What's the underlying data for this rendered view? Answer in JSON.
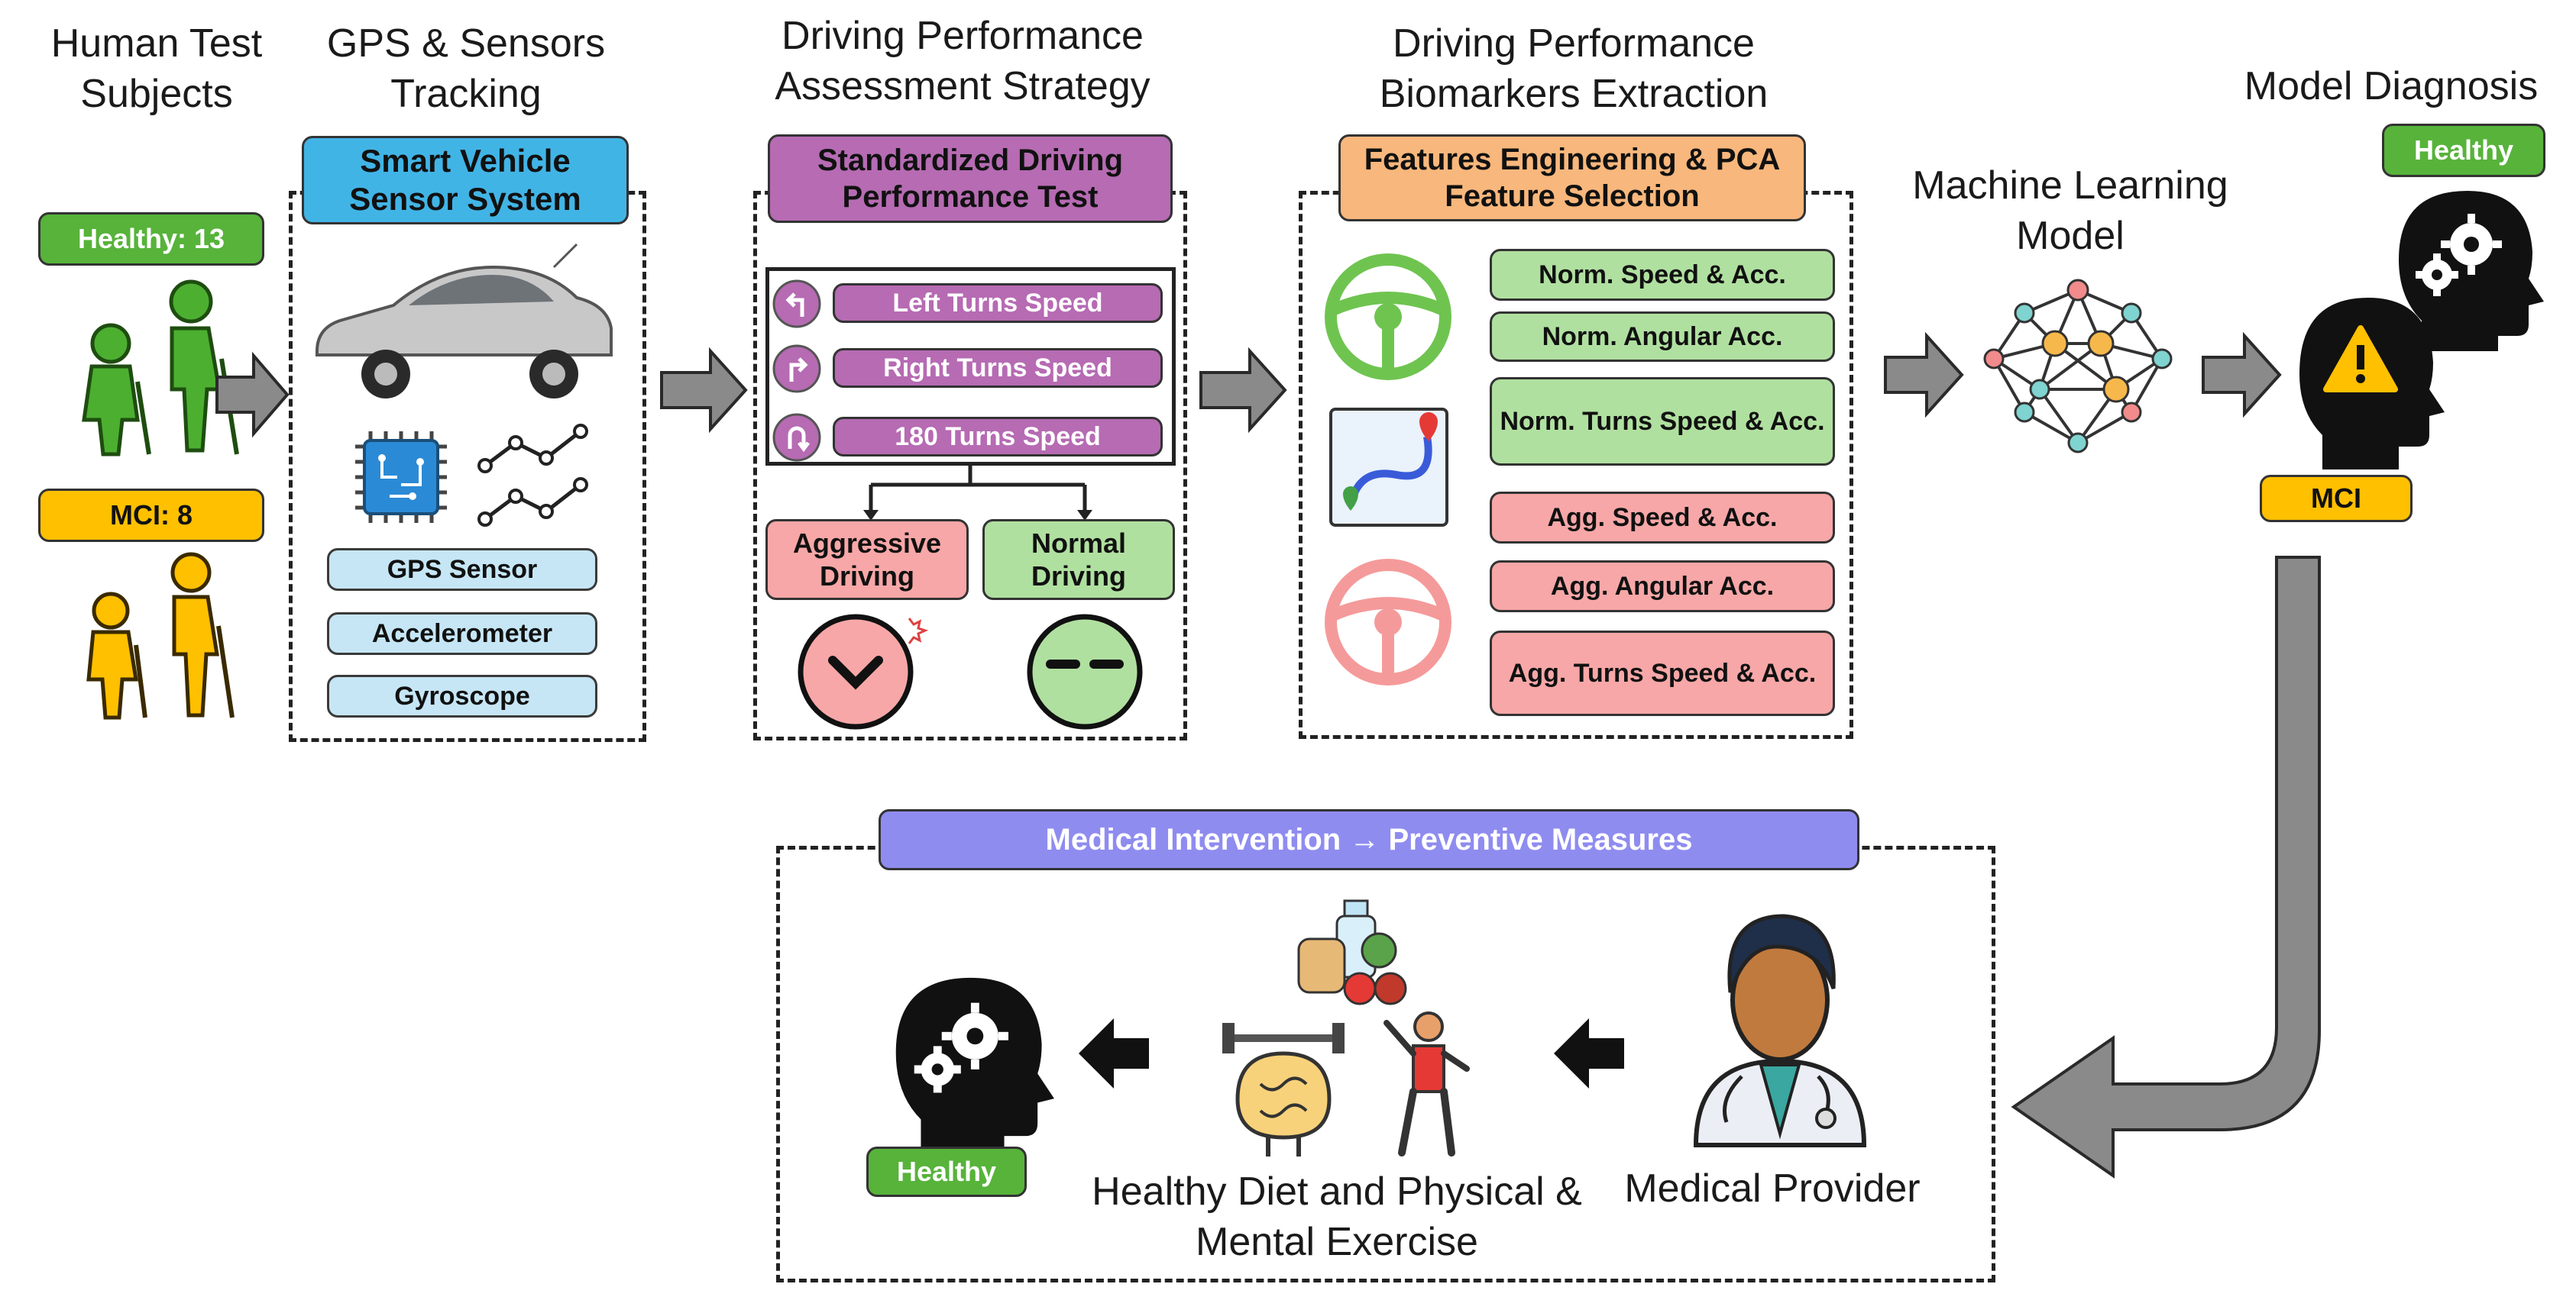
{
  "headers": {
    "subjects": "Human Test Subjects",
    "gps": "GPS & Sensors Tracking",
    "assessment": "Driving Performance Assessment Strategy",
    "biomarkers": "Driving Performance Biomarkers Extraction",
    "ml": "Machine Learning Model",
    "diagnosis": "Model Diagnosis"
  },
  "subjects": {
    "healthy": "Healthy: 13",
    "mci": "MCI: 8"
  },
  "vehicle": {
    "title": "Smart Vehicle Sensor System",
    "sensors": [
      "GPS Sensor",
      "Accelerometer",
      "Gyroscope"
    ]
  },
  "test": {
    "title": "Standardized Driving Performance Test",
    "items": [
      "Left Turns Speed",
      "Right Turns Speed",
      "180 Turns Speed"
    ],
    "aggressive": "Aggressive Driving",
    "normal": "Normal Driving"
  },
  "features": {
    "title": "Features Engineering & PCA Feature Selection",
    "normal": [
      "Norm. Speed & Acc.",
      "Norm. Angular Acc.",
      "Norm. Turns Speed & Acc."
    ],
    "aggressive": [
      "Agg. Speed & Acc.",
      "Agg. Angular Acc.",
      "Agg. Turns Speed & Acc."
    ]
  },
  "diagnosis": {
    "healthy": "Healthy",
    "mci": "MCI"
  },
  "intervention": {
    "title": "Medical Intervention → Preventive Measures",
    "provider": "Medical Provider",
    "lifestyle": "Healthy Diet and Physical & Mental Exercise",
    "outcome": "Healthy"
  },
  "colors": {
    "healthy_green": "#57b33a",
    "mci_yellow": "#ffc000",
    "sensor_blue": "#41b4e6",
    "test_purple": "#b66bb3",
    "feature_orange": "#f8b77c",
    "intervention_violet": "#8f8cf0",
    "normal_green": "#b0e0a0",
    "aggressive_red": "#f7a7a7"
  }
}
